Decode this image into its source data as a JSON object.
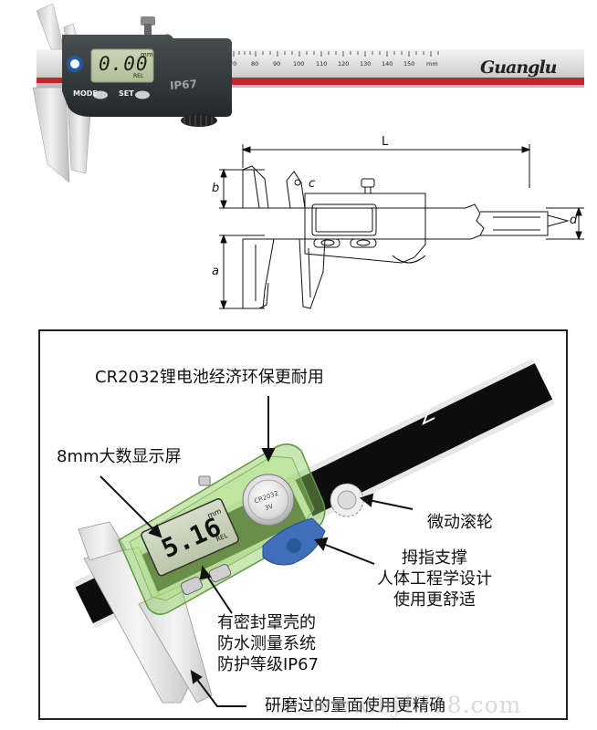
{
  "photo": {
    "lcd_reading": "0.00",
    "lcd_unit": "mm",
    "lcd_mode": "REL",
    "mode_label": "MODE",
    "set_label": "SET",
    "ip_rating": "IP67",
    "brand": "Guanglu",
    "scale_ticks": [
      "70",
      "80",
      "90",
      "100",
      "110",
      "120",
      "130",
      "140",
      "150",
      "mm"
    ]
  },
  "dimensions": {
    "L": "L",
    "b": "b",
    "c": "c",
    "d": "d",
    "a": "a"
  },
  "callout": {
    "battery_label": "CR2032锂电池经济环保更耐用",
    "display_label": "8mm大数显示屏",
    "wheel_label": "微动滚轮",
    "thumb_lines": [
      "拇指支撑",
      "人体工程学设计",
      "使用更舒适"
    ],
    "seal_lines": [
      "有密封罩壳的",
      "防水测量系统",
      "防护等级IP67"
    ],
    "face_label": "研磨过的量面使用更精确",
    "lcd_reading": "5.16",
    "lcd_unit": "mm",
    "lcd_mode": "REL",
    "battery_text": [
      "CR2032",
      "3V"
    ]
  },
  "watermark": "www.hj1718.com"
}
